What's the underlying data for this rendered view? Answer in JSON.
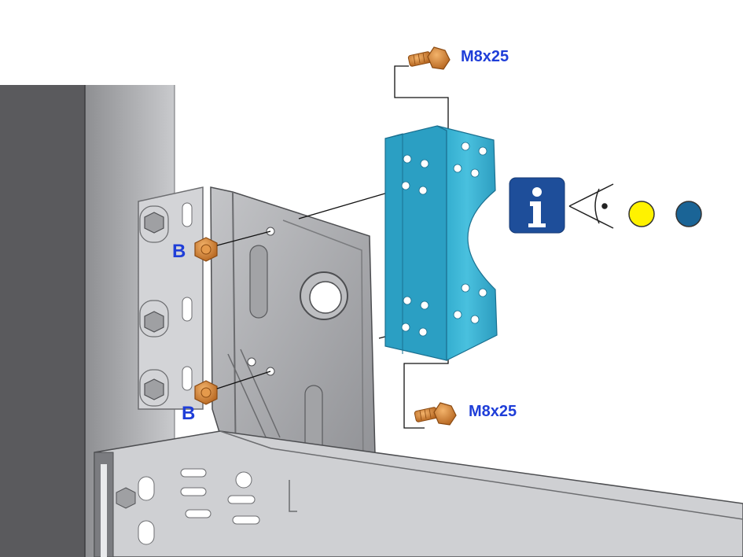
{
  "labels": {
    "bolt_top": "M8x25",
    "bolt_bottom": "M8x25",
    "nut_upper": "B",
    "nut_lower": "B"
  },
  "info_icon": {
    "icon": "info-icon",
    "glyph": "i",
    "color": "#1e4e9a"
  },
  "eye_icon": "eye-icon",
  "indicators": [
    {
      "name": "yellow-dot",
      "color": "#fff200"
    },
    {
      "name": "blue-dot",
      "color": "#1a6496"
    }
  ],
  "colors": {
    "bracket": "#3fb8d6",
    "bolt": "#d88a3c",
    "steel_dark": "#555558",
    "steel_light": "#b7b8bb"
  }
}
